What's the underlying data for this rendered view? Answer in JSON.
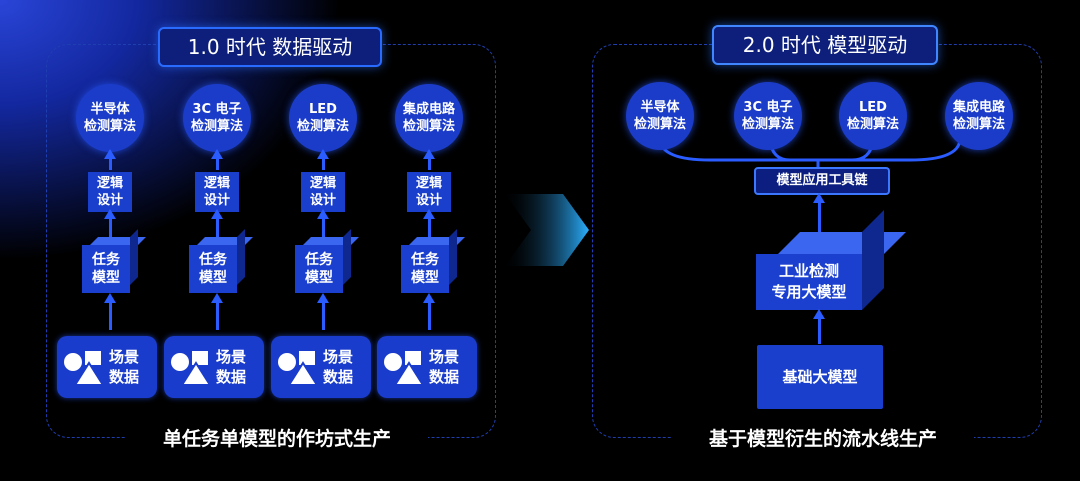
{
  "left": {
    "title": "1.0 时代 数据驱动",
    "caption": "单任务单模型的作坊式生产",
    "algorithms": [
      "半导体\n检测算法",
      "3C 电子\n检测算法",
      "LED\n检测算法",
      "集成电路\n检测算法"
    ],
    "logic": "逻辑\n设计",
    "task_model": "任务\n模型",
    "scene_data": "场景\n数据"
  },
  "right": {
    "title": "2.0 时代 模型驱动",
    "caption": "基于模型衍生的流水线生产",
    "algorithms": [
      "半导体\n检测算法",
      "3C 电子\n检测算法",
      "LED\n检测算法",
      "集成电路\n检测算法"
    ],
    "toolchain": "模型应用工具链",
    "industrial_model": "工业检测\n专用大模型",
    "foundation_model": "基础大模型"
  },
  "colors": {
    "accent": "#1b40d0",
    "border": "#2a6bff",
    "background": "#000000"
  }
}
